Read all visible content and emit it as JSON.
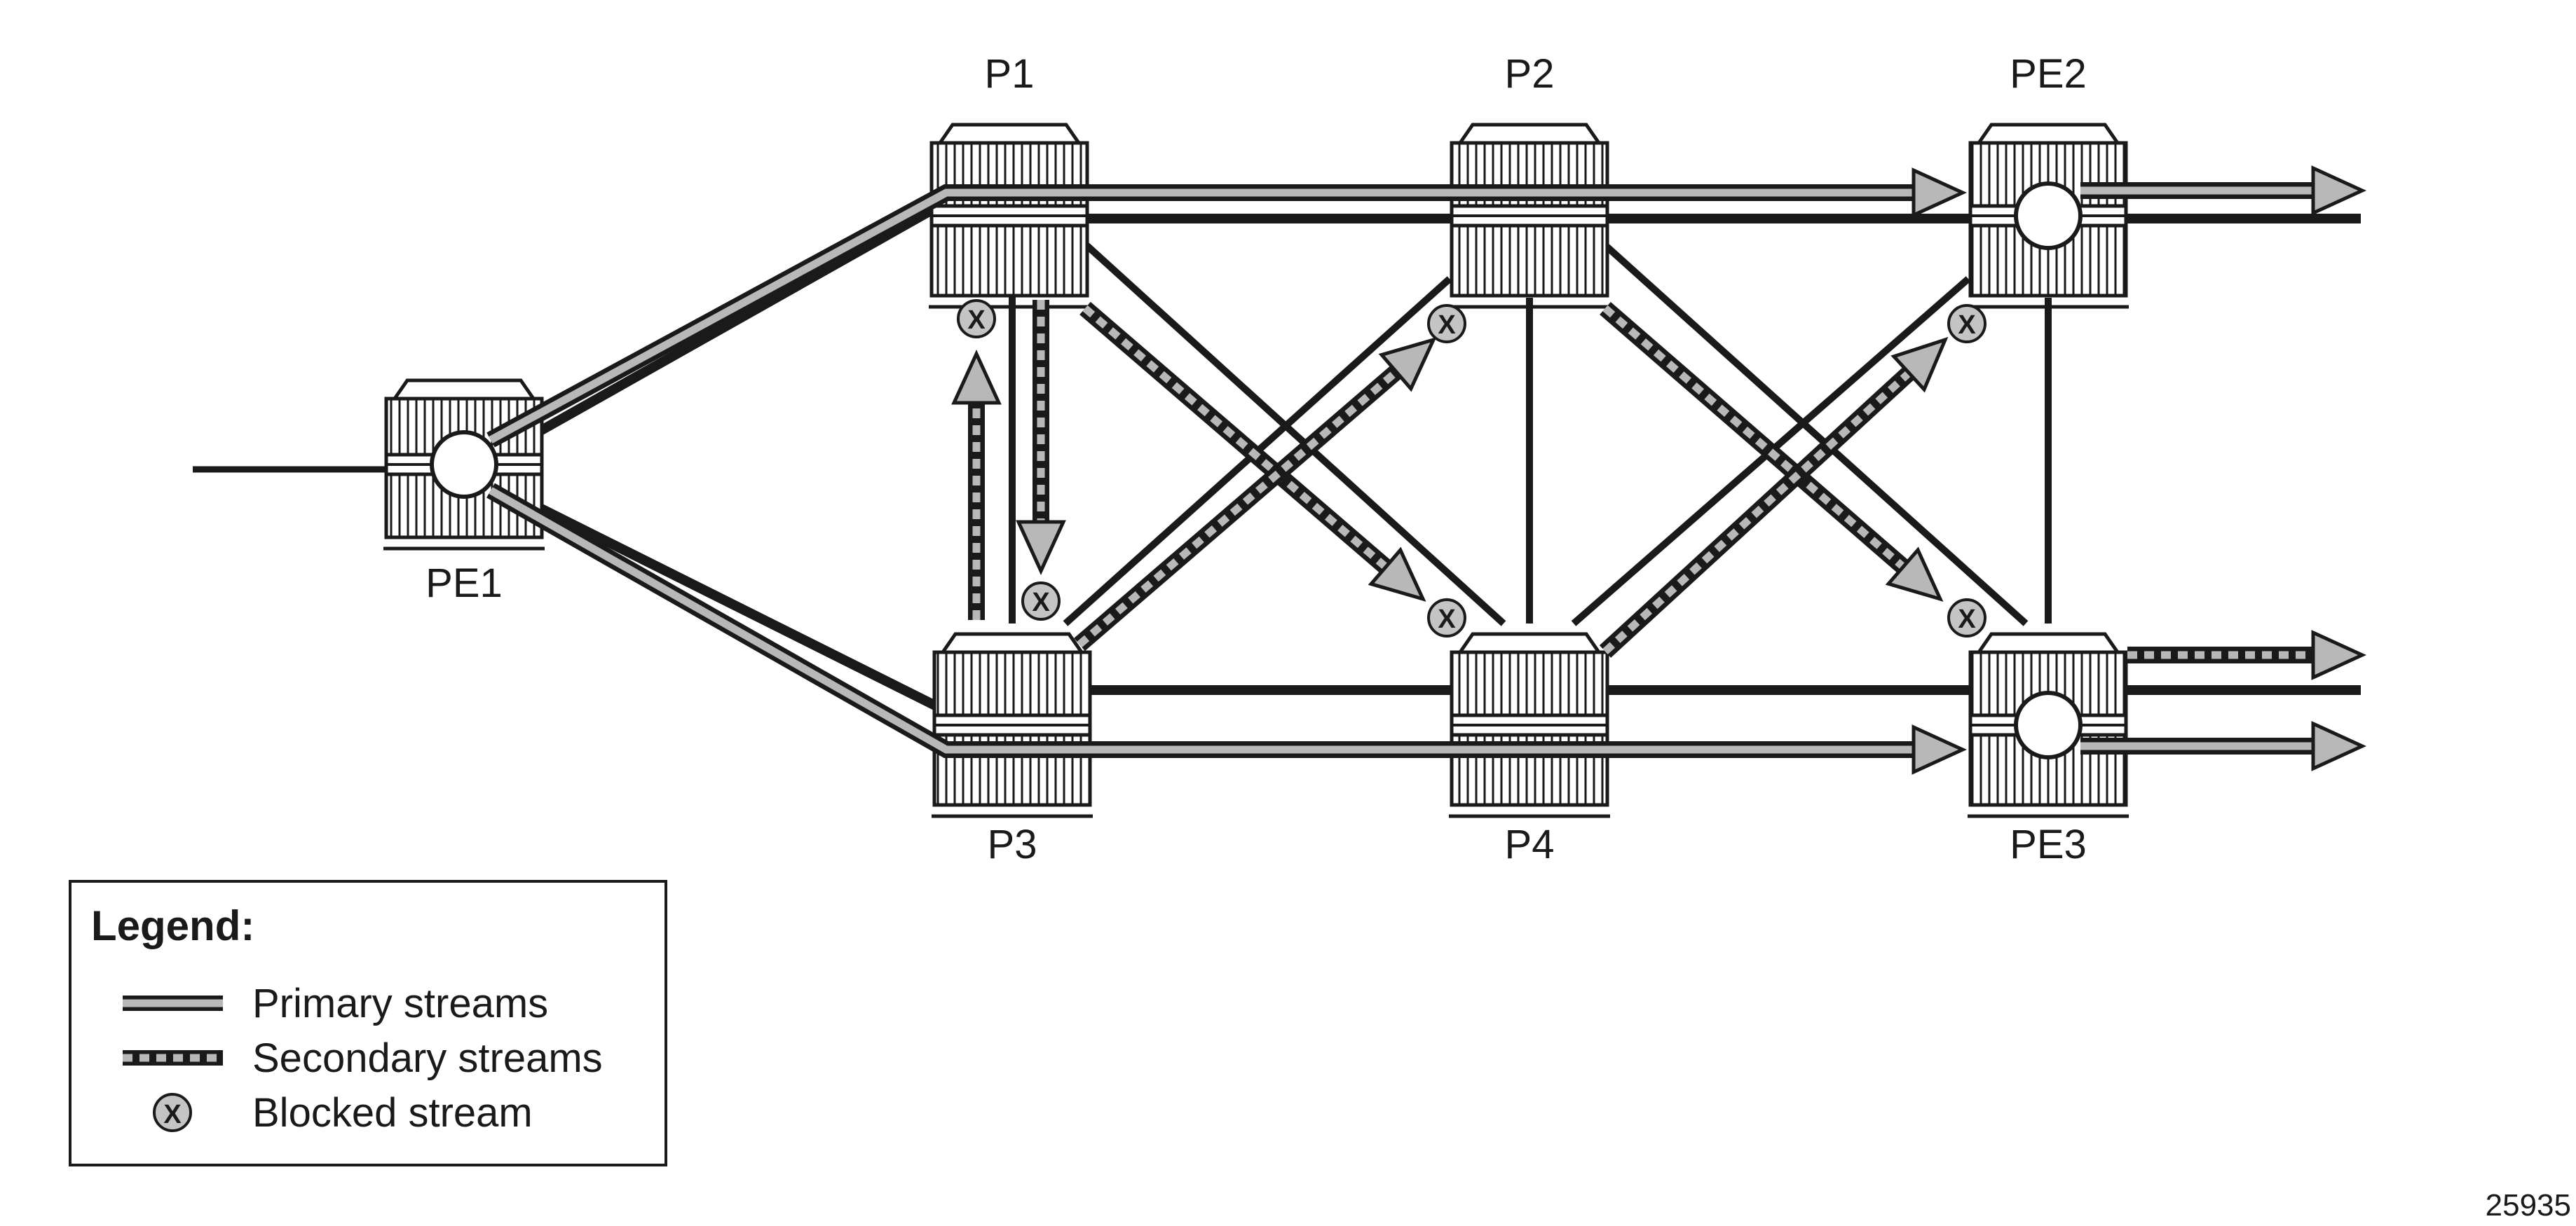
{
  "figure_id": "25935",
  "nodes": {
    "pe1": {
      "label": "PE1"
    },
    "p1": {
      "label": "P1"
    },
    "p2": {
      "label": "P2"
    },
    "pe2": {
      "label": "PE2"
    },
    "p3": {
      "label": "P3"
    },
    "p4": {
      "label": "P4"
    },
    "pe3": {
      "label": "PE3"
    }
  },
  "legend": {
    "title": "Legend:",
    "items": [
      {
        "label": "Primary streams"
      },
      {
        "label": "Secondary streams"
      },
      {
        "label": "Blocked stream"
      }
    ]
  },
  "blocked_marker": "X",
  "colors": {
    "line": "#1a1a1a",
    "primary_fill": "#b8b8b8",
    "secondary_dash": "#b8b8b8",
    "router_fill": "#ffffff",
    "blocked_fill": "#c4c4c4"
  }
}
